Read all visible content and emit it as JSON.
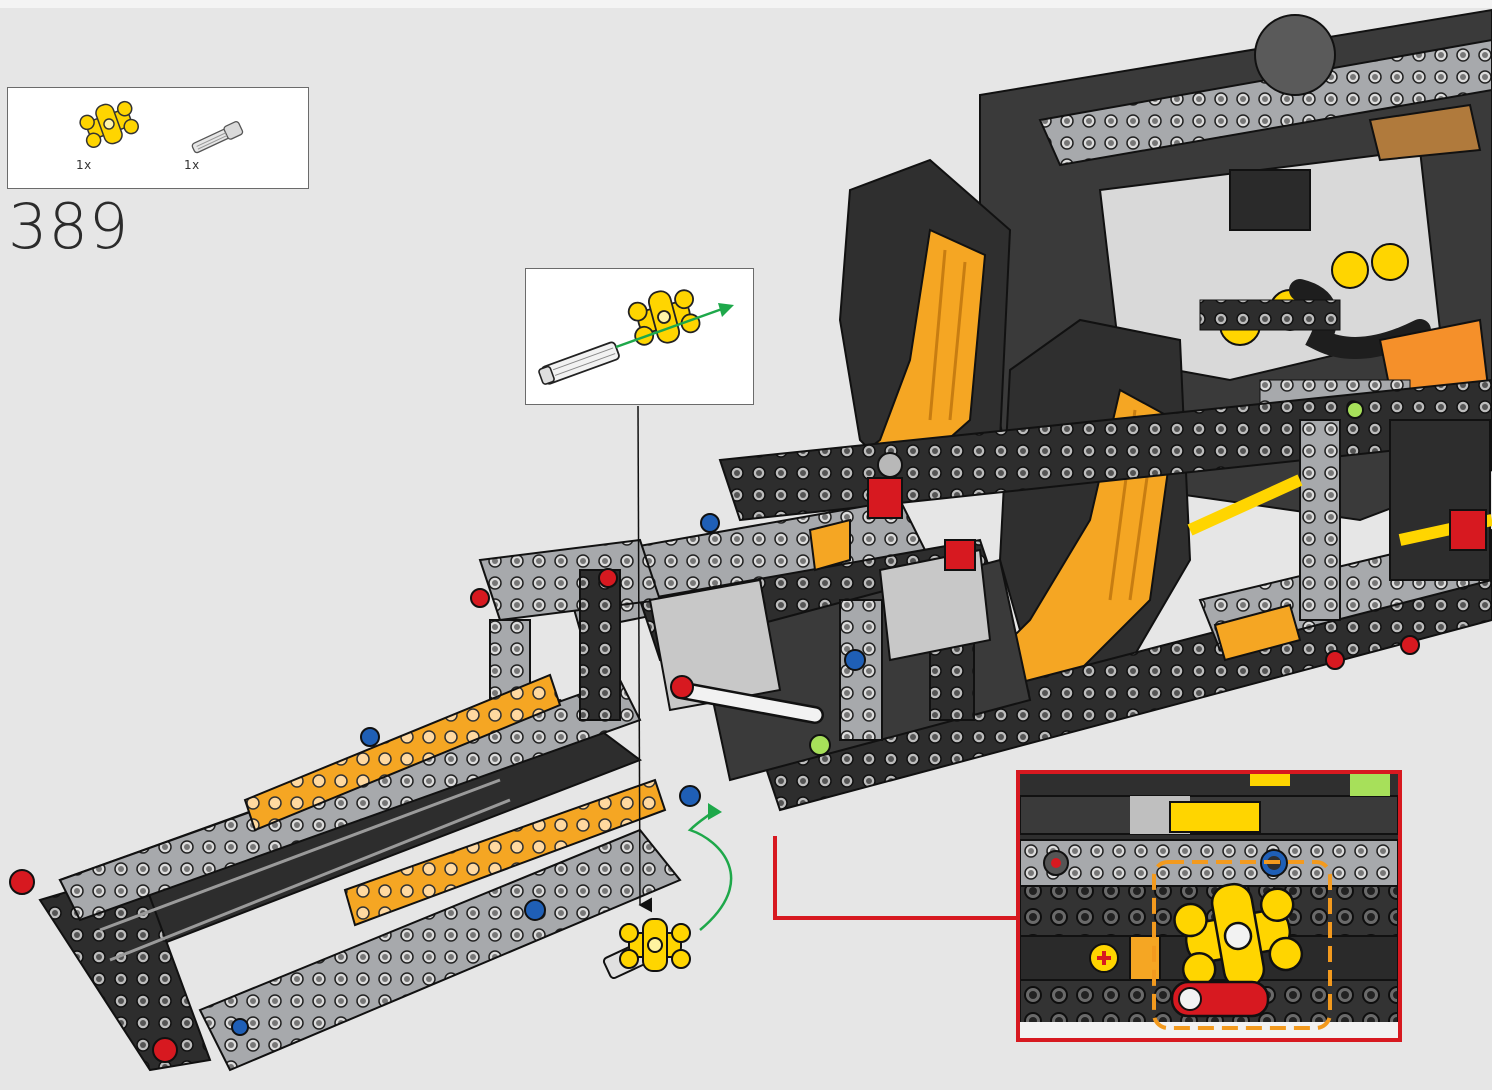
{
  "step": {
    "number": "389"
  },
  "parts_list": [
    {
      "part": "yellow-connector",
      "quantity": "1x"
    },
    {
      "part": "gray-axle-pin",
      "quantity": "1x"
    }
  ],
  "colors": {
    "background": "#e6e6e6",
    "frame_dark": "#2d2d2d",
    "frame_gray": "#a7a9ac",
    "seat_orange": "#f5a623",
    "part_yellow": "#ffd500",
    "pin_red": "#d71920",
    "pin_blue": "#1f5fb6",
    "arrow_green": "#1ea84a",
    "callout_red": "#d71920",
    "highlight_orange": "#f39a1e"
  }
}
